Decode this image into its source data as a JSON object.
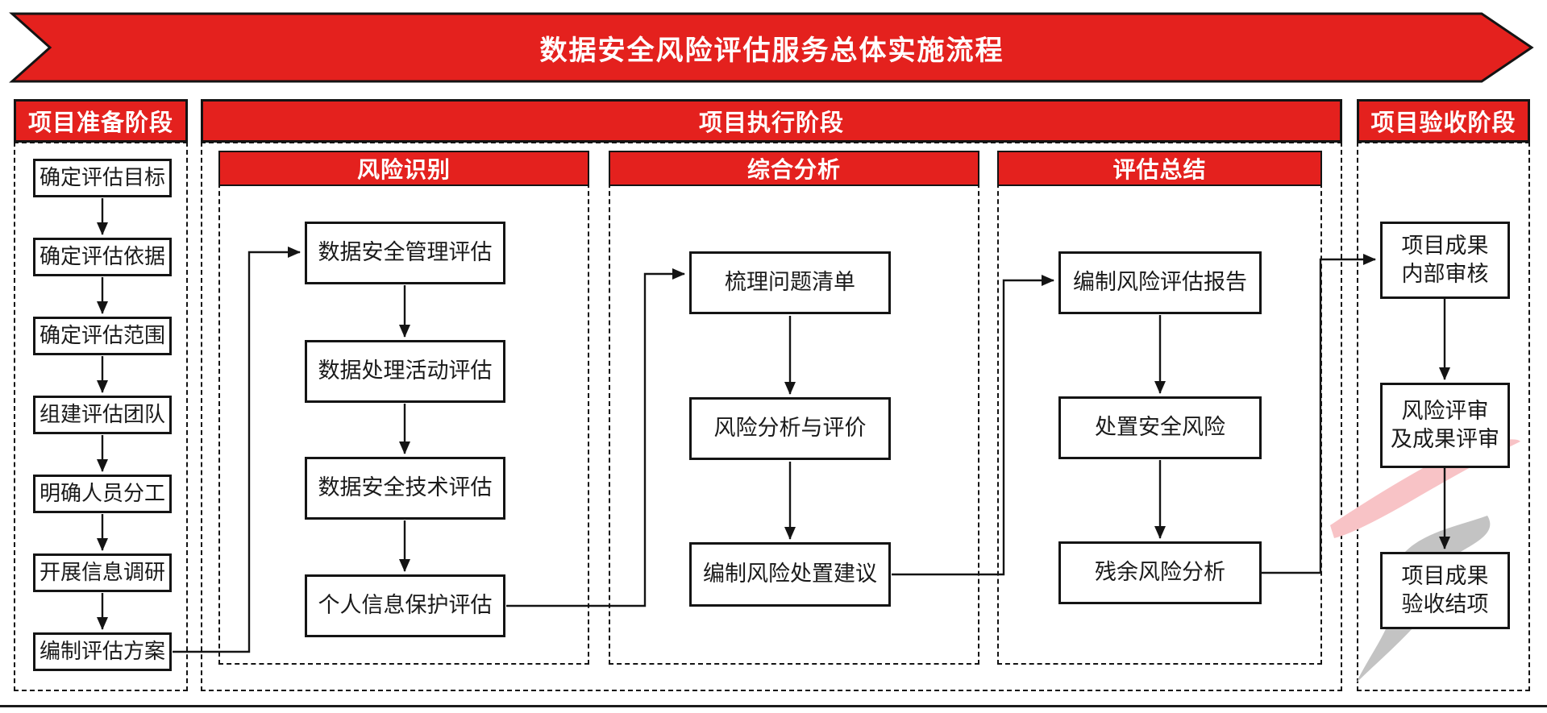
{
  "banner": {
    "title": "数据安全风险评估服务总体实施流程"
  },
  "phases": {
    "prep": {
      "title": "项目准备阶段",
      "steps": [
        "确定评估目标",
        "确定评估依据",
        "确定评估范围",
        "组建评估团队",
        "明确人员分工",
        "开展信息调研",
        "编制评估方案"
      ]
    },
    "exec": {
      "title": "项目执行阶段",
      "groups": [
        {
          "title": "风险识别",
          "steps": [
            "数据安全管理评估",
            "数据处理活动评估",
            "数据安全技术评估",
            "个人信息保护评估"
          ]
        },
        {
          "title": "综合分析",
          "steps": [
            "梳理问题清单",
            "风险分析与评价",
            "编制风险处置建议"
          ]
        },
        {
          "title": "评估总结",
          "steps": [
            "编制风险评估报告",
            "处置安全风险",
            "残余风险分析"
          ]
        }
      ]
    },
    "accept": {
      "title": "项目验收阶段",
      "steps": [
        "项目成果\n内部审核",
        "风险评审\n及成果评审",
        "项目成果\n验收结项"
      ]
    }
  },
  "colors": {
    "accent_red": "#E4211E",
    "line_black": "#141414",
    "watermark_pink": "#f8c3c6",
    "watermark_gray": "#b8b8b8"
  }
}
